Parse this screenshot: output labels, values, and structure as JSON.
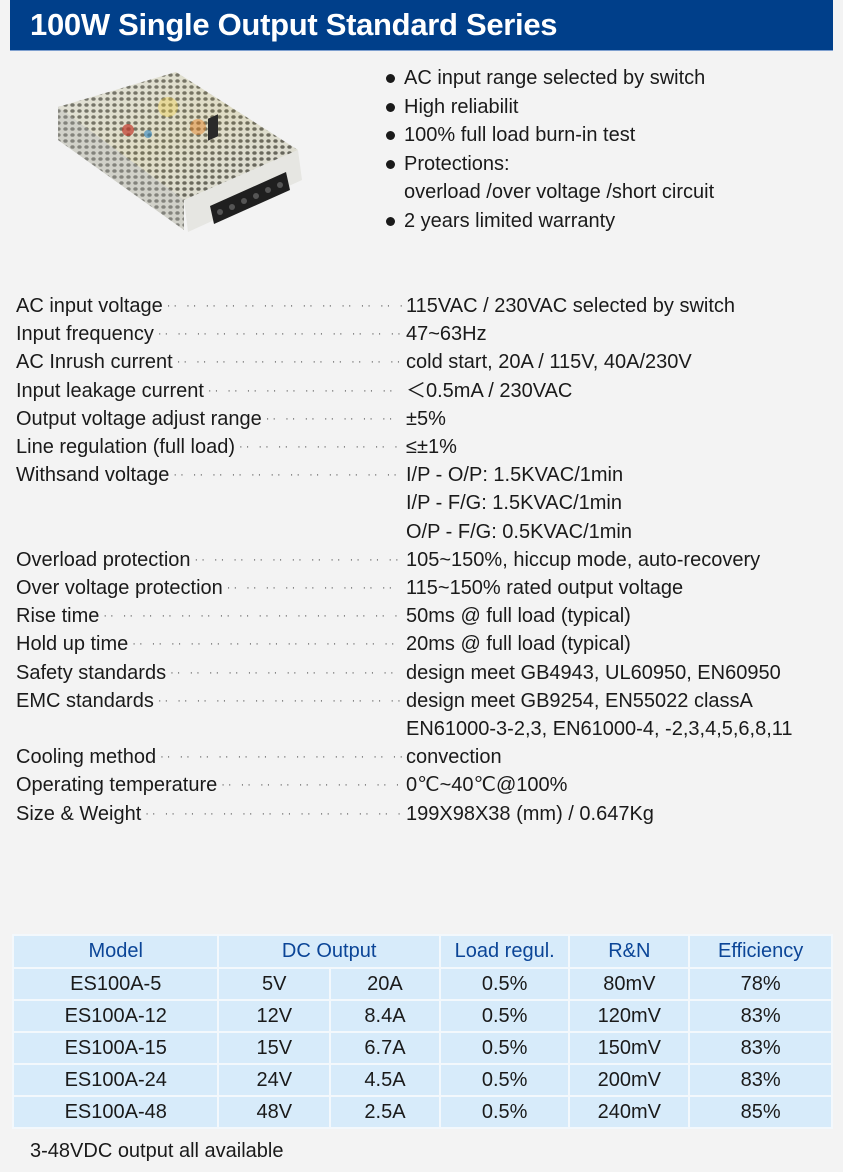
{
  "header": {
    "title": "100W  Single Output Standard Series",
    "background_color": "#003f8a"
  },
  "product_image": {
    "description": "perforated-metal-enclosure-power-supply-with-terminal-block"
  },
  "features": [
    {
      "text": "AC input range selected by switch"
    },
    {
      "text": "High reliabilit"
    },
    {
      "text": "100% full load burn-in test"
    },
    {
      "text": "Protections:",
      "continuation": "overload /over voltage /short circuit"
    },
    {
      "text": "2 years limited warranty"
    }
  ],
  "specs": [
    {
      "label": "AC input voltage",
      "values": [
        "115VAC / 230VAC selected by switch"
      ]
    },
    {
      "label": "Input frequency",
      "values": [
        "47~63Hz"
      ]
    },
    {
      "label": "AC Inrush current",
      "values": [
        "cold start, 20A / 115V, 40A/230V"
      ]
    },
    {
      "label": "Input leakage current",
      "values": [
        "＜0.5mA / 230VAC"
      ]
    },
    {
      "label": "Output voltage adjust range",
      "values": [
        "±5%"
      ]
    },
    {
      "label": "Line regulation (full load)",
      "values": [
        "≤±1%"
      ]
    },
    {
      "label": "Withsand voltage",
      "values": [
        "I/P - O/P: 1.5KVAC/1min",
        "I/P - F/G: 1.5KVAC/1min",
        "O/P - F/G: 0.5KVAC/1min"
      ]
    },
    {
      "label": "Overload protection",
      "values": [
        "105~150%, hiccup mode, auto-recovery"
      ]
    },
    {
      "label": "Over voltage protection",
      "values": [
        "115~150% rated output voltage"
      ]
    },
    {
      "label": "Rise time",
      "values": [
        "50ms @ full load (typical)"
      ]
    },
    {
      "label": "Hold up time",
      "values": [
        "20ms @ full load (typical)"
      ]
    },
    {
      "label": "Safety standards",
      "values": [
        "design meet GB4943, UL60950, EN60950"
      ]
    },
    {
      "label": "EMC standards",
      "values": [
        "design meet GB9254, EN55022 classA",
        "EN61000-3-2,3, EN61000-4, -2,3,4,5,6,8,11"
      ]
    },
    {
      "label": "Cooling method",
      "values": [
        "convection"
      ]
    },
    {
      "label": "Operating temperature",
      "values": [
        "0℃~40℃@100%"
      ]
    },
    {
      "label": "Size & Weight",
      "values": [
        "199X98X38 (mm)  /  0.647Kg"
      ]
    }
  ],
  "leader": "·· ·· ·· ·· ·· ·· ·· ·· ·· ·· ·· ·· ·· ·· ·· ·· ·· ·· ·· ··",
  "table": {
    "headers": {
      "model": "Model",
      "dc_output": "DC Output",
      "load_regul": "Load regul.",
      "rn": "R&N",
      "efficiency": "Efficiency"
    },
    "rows": [
      {
        "model": "ES100A-5",
        "voltage": "5V",
        "current": "20A",
        "load_regul": "0.5%",
        "rn": "80mV",
        "efficiency": "78%"
      },
      {
        "model": "ES100A-12",
        "voltage": "12V",
        "current": "8.4A",
        "load_regul": "0.5%",
        "rn": "120mV",
        "efficiency": "83%"
      },
      {
        "model": "ES100A-15",
        "voltage": "15V",
        "current": "6.7A",
        "load_regul": "0.5%",
        "rn": "150mV",
        "efficiency": "83%"
      },
      {
        "model": "ES100A-24",
        "voltage": "24V",
        "current": "4.5A",
        "load_regul": "0.5%",
        "rn": "200mV",
        "efficiency": "83%"
      },
      {
        "model": "ES100A-48",
        "voltage": "48V",
        "current": "2.5A",
        "load_regul": "0.5%",
        "rn": "240mV",
        "efficiency": "85%"
      }
    ],
    "header_text_color": "#0b4597",
    "cell_background": "#d7ebfa"
  },
  "footnote": "3-48VDC output all available"
}
